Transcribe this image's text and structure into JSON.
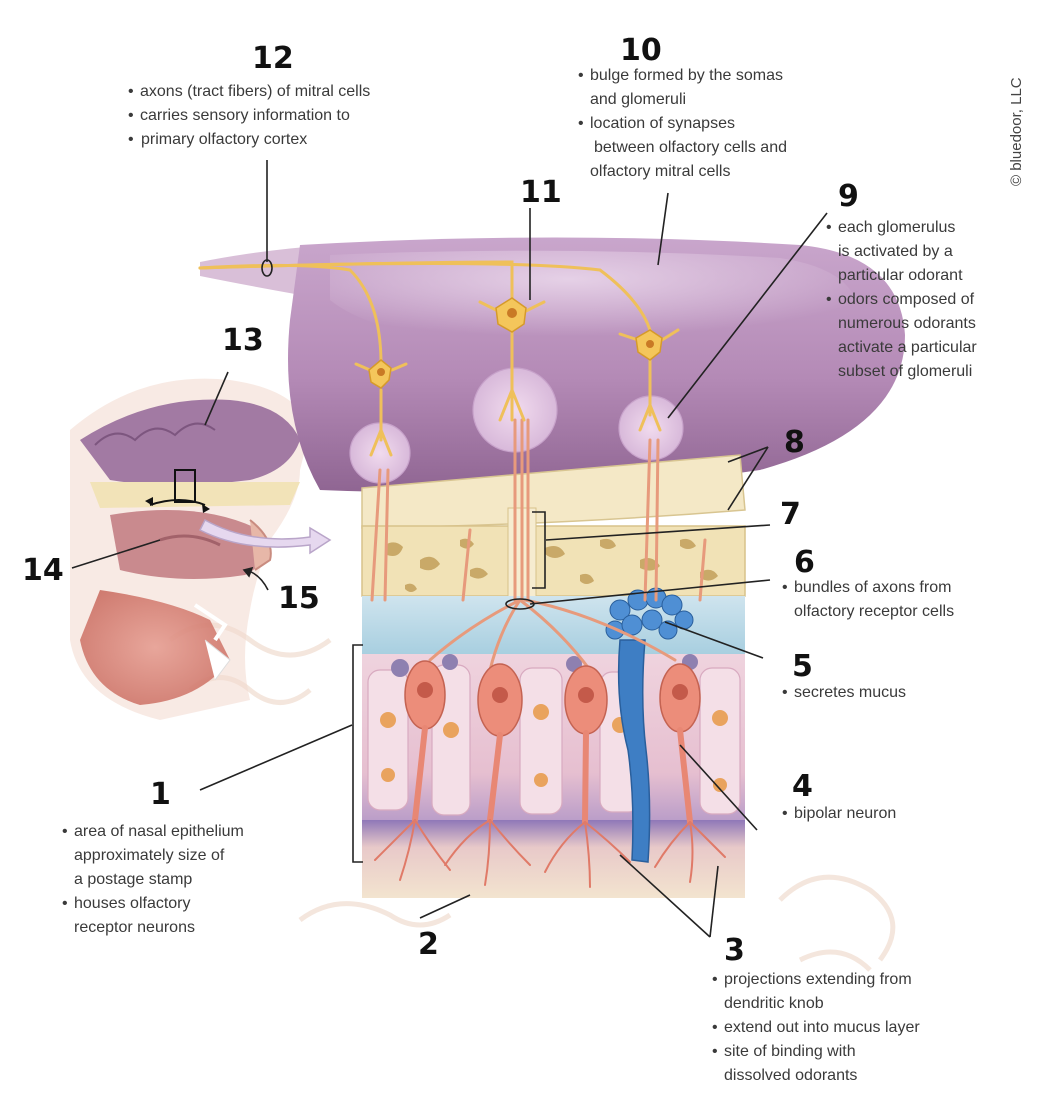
{
  "credit": "© bluedoor, LLC",
  "colors": {
    "bulb": "#a57aa6",
    "bone": "#f0e1b6",
    "mucus": "#bcd9e4",
    "epithelium": "#e9c9d6",
    "neuron": "#e98a78",
    "mitral_cell": "#f2c45a",
    "gland": "#3f7ec2"
  },
  "labels": [
    {
      "id": "1",
      "number": "1",
      "notes": [
        "area of nasal epithelium",
        "approximately size of",
        "a postage stamp",
        "houses olfactory",
        "receptor neurons"
      ]
    },
    {
      "id": "2",
      "number": "2",
      "notes": []
    },
    {
      "id": "3",
      "number": "3",
      "notes": [
        "projections extending from",
        "dendritic knob",
        "extend out into mucus layer",
        "site of binding with",
        "dissolved odorants"
      ]
    },
    {
      "id": "4",
      "number": "4",
      "notes": [
        "bipolar neuron"
      ]
    },
    {
      "id": "5",
      "number": "5",
      "notes": [
        "secretes mucus"
      ]
    },
    {
      "id": "6",
      "number": "6",
      "notes": [
        "bundles of axons from",
        "olfactory receptor cells"
      ]
    },
    {
      "id": "7",
      "number": "7",
      "notes": []
    },
    {
      "id": "8",
      "number": "8",
      "notes": []
    },
    {
      "id": "9",
      "number": "9",
      "notes": [
        "each glomerulus",
        "is activated by a",
        "particular odorant",
        "odors composed of",
        "numerous odorants",
        "activate a particular",
        "subset of glomeruli"
      ]
    },
    {
      "id": "10",
      "number": "10",
      "notes": [
        "bulge formed by the somas",
        "and glomeruli",
        "location of synapses",
        "between olfactory cells and",
        "olfactory mitral cells"
      ]
    },
    {
      "id": "11",
      "number": "11",
      "notes": []
    },
    {
      "id": "12",
      "number": "12",
      "notes": [
        "axons (tract fibers) of mitral cells",
        "carries sensory information to",
        "primary olfactory cortex"
      ]
    },
    {
      "id": "13",
      "number": "13",
      "notes": []
    },
    {
      "id": "14",
      "number": "14",
      "notes": []
    },
    {
      "id": "15",
      "number": "15",
      "notes": []
    }
  ]
}
